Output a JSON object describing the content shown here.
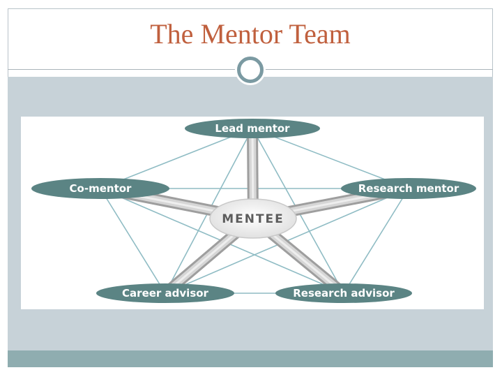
{
  "slide": {
    "title": "The Mentor Team"
  },
  "diagram": {
    "center": {
      "id": "mentee",
      "label": "MENTEE"
    },
    "nodes": [
      {
        "id": "lead",
        "label": "Lead mentor"
      },
      {
        "id": "co",
        "label": "Co-mentor"
      },
      {
        "id": "research",
        "label": "Research mentor"
      },
      {
        "id": "career",
        "label": "Career advisor"
      },
      {
        "id": "advisor",
        "label": "Research advisor"
      }
    ],
    "colors": {
      "title": "#c0603e",
      "node_fill": "#5b8484",
      "mentee_fill": "#f3f3f3",
      "connector": "#8fbcc4",
      "spoke": "#bdbdbd",
      "panel": "#c7d2d8",
      "band": "#8fadb0"
    }
  }
}
